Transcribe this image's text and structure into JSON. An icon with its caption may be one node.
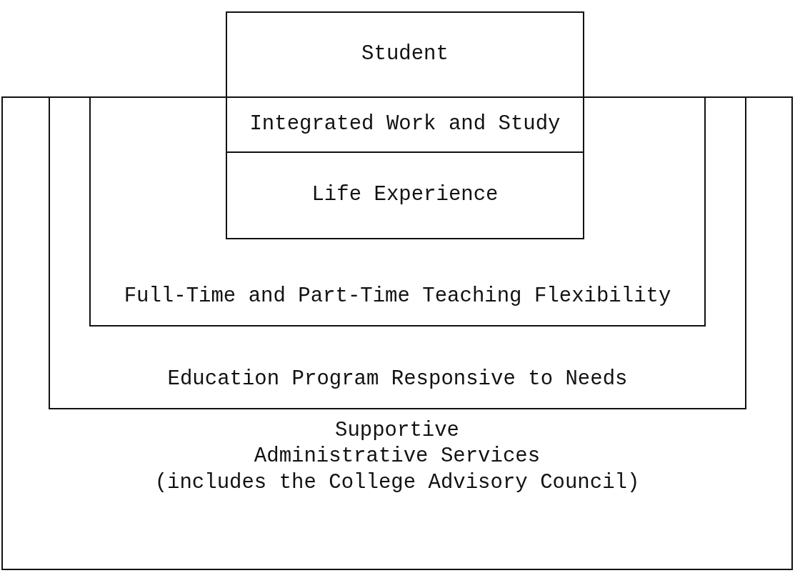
{
  "diagram": {
    "nodes": [
      {
        "text": [
          "Student"
        ]
      },
      {
        "text": [
          "Supportive Administrative Services",
          "(includes the College Advisory Council)"
        ]
      },
      {
        "text": [
          "Education Program Responsive to Needs"
        ],
        "in": 1
      },
      {
        "text": [
          "Full-Time and Part-Time Teaching Flexibility"
        ],
        "in": 2
      },
      {
        "text": [
          "Integrated Work and Study"
        ],
        "in": 3
      },
      {
        "text": [
          "Life Experience"
        ],
        "in": 3
      }
    ]
  }
}
